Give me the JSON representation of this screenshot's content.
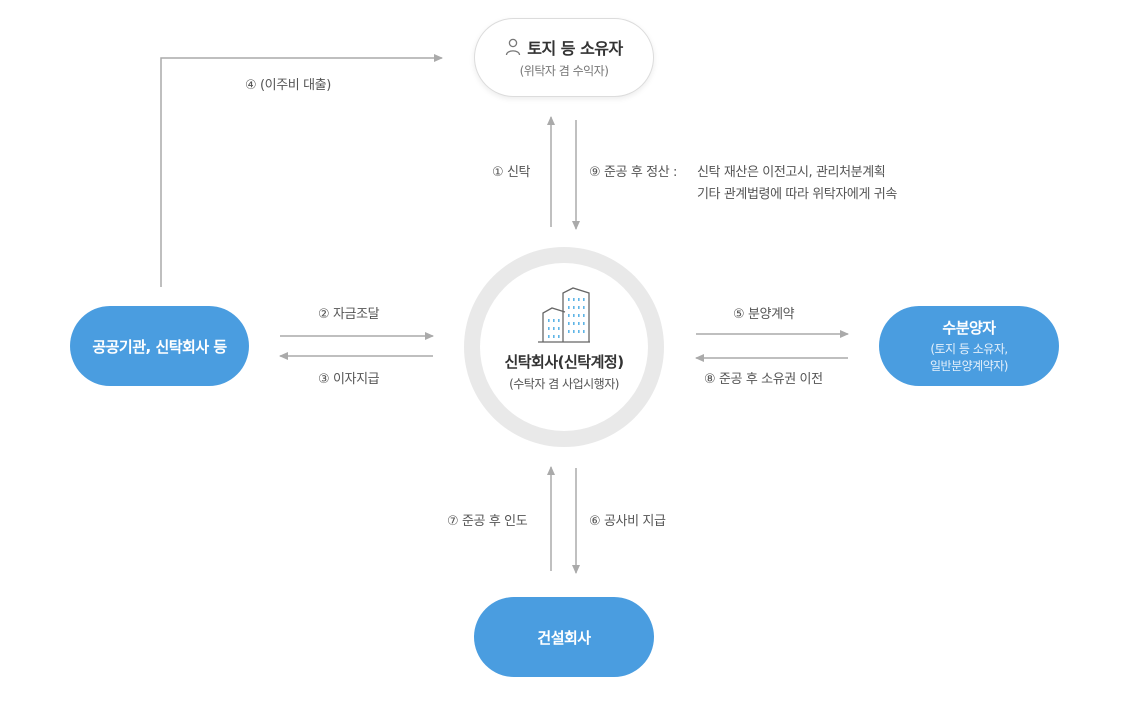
{
  "nodes": {
    "owner": {
      "title": "토지 등 소유자",
      "subtitle": "(위탁자 겸 수익자)"
    },
    "trust_company": {
      "title": "신탁회사(신탁계정)",
      "subtitle": "(수탁자 겸 사업시행자)"
    },
    "public_agency": {
      "title": "공공기관, 신탁회사 등"
    },
    "buyer": {
      "title": "수분양자",
      "subtitle_line1": "(토지 등 소유자,",
      "subtitle_line2": "일반분양계약자)"
    },
    "builder": {
      "title": "건설회사"
    }
  },
  "flows": {
    "f1": "① 신탁",
    "f2": "② 자금조달",
    "f3": "③ 이자지급",
    "f4": "④ (이주비 대출)",
    "f5": "⑤ 분양계약",
    "f6": "⑥ 공사비 지급",
    "f7": "⑦ 준공 후 인도",
    "f8": "⑧ 준공 후 소유권 이전",
    "f9": "⑨ 준공 후 정산 :",
    "f9_detail_line1": "신탁 재산은 이전고시, 관리처분계획",
    "f9_detail_line2": "기타 관계법령에 따라 위탁자에게 귀속"
  },
  "colors": {
    "node_fill": "#4a9de0",
    "arrow": "#aaaaaa",
    "ring": "#e9e9e9",
    "building_accent": "#5fb5e6"
  },
  "icons": {
    "owner": "person-icon",
    "trust_company": "building-icon"
  }
}
